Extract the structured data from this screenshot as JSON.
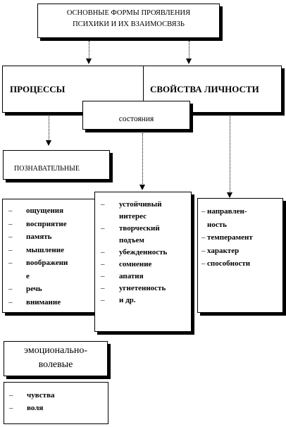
{
  "title": {
    "line1": "ОСНОВНЫЕ  ФОРМЫ ПРОЯВЛЕНИЯ",
    "line2": "ПСИХИКИ  И ИХ ВЗАИМОСВЯЗЬ"
  },
  "processes_label": "ПРОЦЕССЫ",
  "personality_label": "СВОЙСТВА  ЛИЧНОСТИ",
  "states_label": "состояния",
  "cognitive_label": "ПОЗНАВАТЕЛЬНЫЕ",
  "emotional_label": {
    "line1": "эмоционально-",
    "line2": "волевые"
  },
  "dash": "–",
  "cognitive_items": [
    "ощущения",
    "восприятие",
    "память",
    "мышление",
    "воображени",
    "е",
    "речь",
    "внимание"
  ],
  "states_items": [
    "устойчивый",
    "интерес",
    "творческий",
    "подъем",
    "убежденность",
    "сомнение",
    "апатия",
    "угнетенность",
    "и др."
  ],
  "personality_items": [
    "направлен-",
    "ность",
    "темперамент",
    "характер",
    "способности"
  ],
  "emotional_items": [
    "чувства",
    "воля"
  ]
}
